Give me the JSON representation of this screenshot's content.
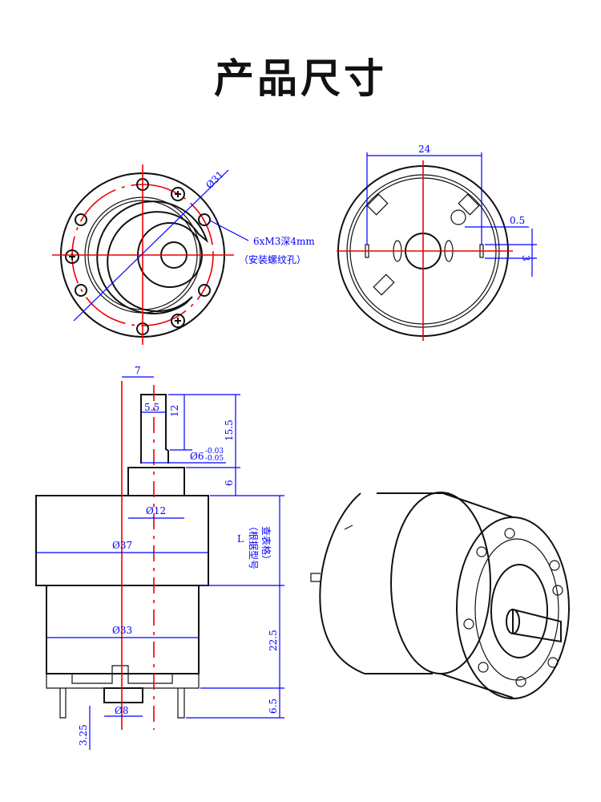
{
  "title": "产品尺寸",
  "front_view": {
    "dia_flange": "Ø31",
    "hole_spec": "6xM3深4mm",
    "hole_note": "（安装螺纹孔）"
  },
  "rear_view": {
    "width": "24",
    "gap": "0.5",
    "slot": "3"
  },
  "side_view": {
    "offset": "7",
    "flat": "5.5",
    "flat_len": "12",
    "shaft_len": "15.5",
    "shaft_dia": "Ø6",
    "tol_upper": "-0.03",
    "tol_lower": "-0.05",
    "boss_h": "6",
    "boss_dia": "Ø12",
    "gear_dia": "Ø37",
    "length": "L",
    "length_note1": "（根据型号",
    "length_note2": "查表格）",
    "motor_len": "22.5",
    "motor_dia": "Ø33",
    "rear_boss_dia": "Ø8",
    "rear_len": "6.5",
    "terminal": "3.25"
  },
  "colors": {
    "outline": "#111111",
    "center": "#ee0000",
    "dimension": "#0000ff"
  }
}
